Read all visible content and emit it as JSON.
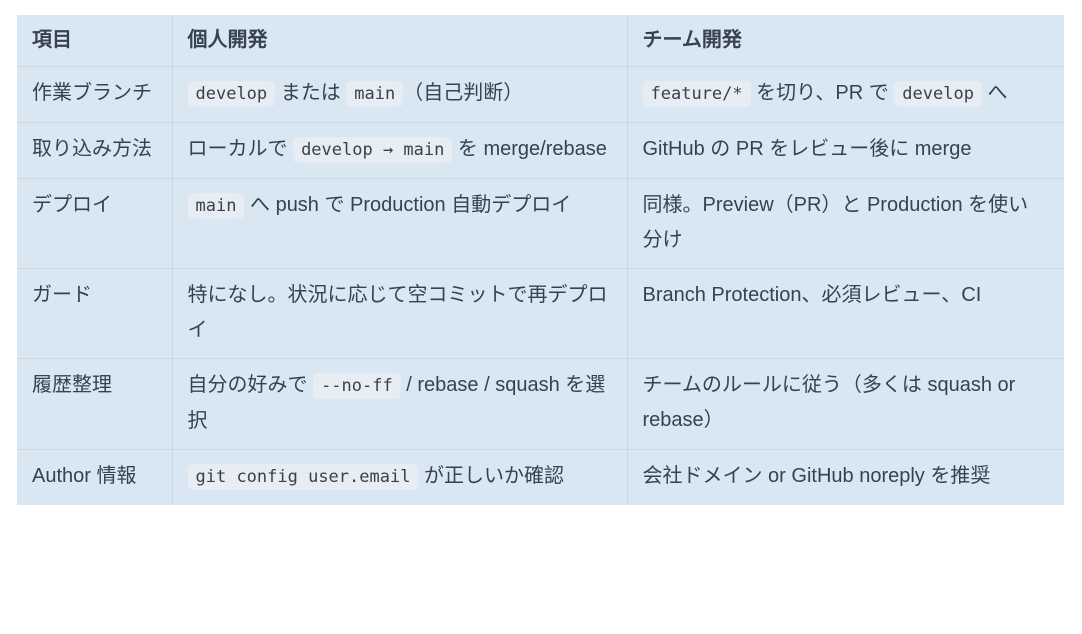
{
  "colors": {
    "page_background": "#ffffff",
    "table_background": "#d9e7f3",
    "code_chip_background": "#e7edf2",
    "border": "#ccd7e0",
    "text": "#36424e"
  },
  "table": {
    "columns": [
      "項目",
      "個人開発",
      "チーム開発"
    ],
    "rows": [
      {
        "item": "作業ブランチ",
        "personal": [
          {
            "code": true,
            "text": "develop"
          },
          {
            "code": false,
            "text": " または "
          },
          {
            "code": true,
            "text": "main"
          },
          {
            "code": false,
            "text": "（自己判断）"
          }
        ],
        "team": [
          {
            "code": true,
            "text": "feature/*"
          },
          {
            "code": false,
            "text": " を切り、PR で "
          },
          {
            "code": true,
            "text": "develop"
          },
          {
            "code": false,
            "text": " へ"
          }
        ]
      },
      {
        "item": "取り込み方法",
        "personal": [
          {
            "code": false,
            "text": "ローカルで "
          },
          {
            "code": true,
            "text": "develop → main"
          },
          {
            "code": false,
            "text": " を merge/rebase"
          }
        ],
        "team": [
          {
            "code": false,
            "text": "GitHub の PR をレビュー後に merge"
          }
        ]
      },
      {
        "item": "デプロイ",
        "personal": [
          {
            "code": true,
            "text": "main"
          },
          {
            "code": false,
            "text": " へ push で Production 自動デプロイ"
          }
        ],
        "team": [
          {
            "code": false,
            "text": "同様。Preview（PR）と Production を使い分け"
          }
        ]
      },
      {
        "item": "ガード",
        "personal": [
          {
            "code": false,
            "text": "特になし。状況に応じて空コミットで再デプロイ"
          }
        ],
        "team": [
          {
            "code": false,
            "text": "Branch Protection、必須レビュー、CI"
          }
        ]
      },
      {
        "item": "履歴整理",
        "personal": [
          {
            "code": false,
            "text": "自分の好みで "
          },
          {
            "code": true,
            "text": "--no-ff"
          },
          {
            "code": false,
            "text": " / rebase / squash を選択"
          }
        ],
        "team": [
          {
            "code": false,
            "text": "チームのルールに従う（多くは squash or rebase）"
          }
        ]
      },
      {
        "item": "Author 情報",
        "personal": [
          {
            "code": true,
            "text": "git config user.email"
          },
          {
            "code": false,
            "text": " が正しいか確認"
          }
        ],
        "team": [
          {
            "code": false,
            "text": "会社ドメイン or GitHub noreply を推奨"
          }
        ]
      }
    ]
  }
}
